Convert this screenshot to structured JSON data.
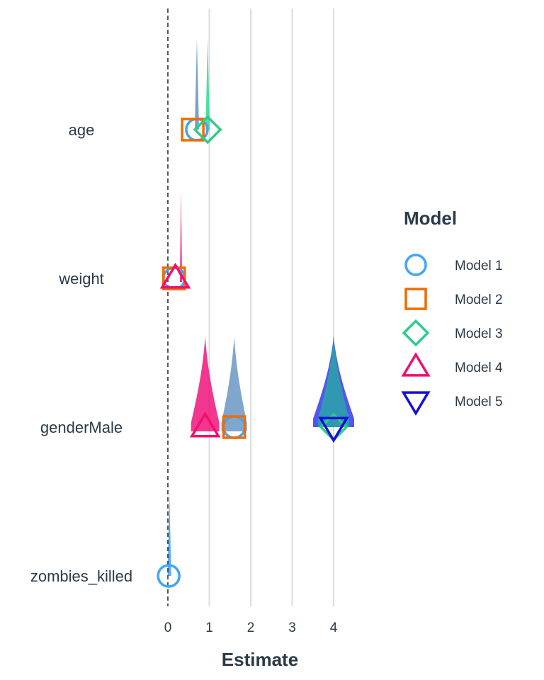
{
  "chart_data": {
    "type": "dot-and-density",
    "title": "",
    "xlabel": "Estimate",
    "ylabel": "",
    "xlim": [
      -0.2,
      4.5
    ],
    "x_ticks": [
      0,
      1,
      2,
      3,
      4
    ],
    "reference_line": 0,
    "grid": "vertical",
    "legend": {
      "title": "Model",
      "position": "right"
    },
    "terms": [
      "age",
      "weight",
      "genderMale",
      "zombies_killed"
    ],
    "series": [
      {
        "name": "Model 1",
        "shape": "circle",
        "color": "#42a5f5",
        "density_color": "#6b97c4",
        "points": [
          {
            "term": "age",
            "estimate": 0.7
          },
          {
            "term": "weight",
            "estimate": 0.15
          },
          {
            "term": "genderMale",
            "estimate": 1.6
          },
          {
            "term": "zombies_killed",
            "estimate": 0.02
          }
        ]
      },
      {
        "name": "Model 2",
        "shape": "square",
        "color": "#ef6c00",
        "density_color": "#6b97c4",
        "points": [
          {
            "term": "age",
            "estimate": 0.6
          },
          {
            "term": "weight",
            "estimate": 0.15
          },
          {
            "term": "genderMale",
            "estimate": 1.6
          }
        ]
      },
      {
        "name": "Model 3",
        "shape": "diamond",
        "color": "#2ecc8a",
        "density_color": "#3ddc97",
        "points": [
          {
            "term": "age",
            "estimate": 0.96
          },
          {
            "term": "genderMale",
            "estimate": 4.0
          }
        ]
      },
      {
        "name": "Model 4",
        "shape": "triangle-up",
        "color": "#f0106b",
        "density_color": "#f0147c",
        "points": [
          {
            "term": "weight",
            "estimate": 0.18
          },
          {
            "term": "genderMale",
            "estimate": 0.9
          }
        ]
      },
      {
        "name": "Model 5",
        "shape": "triangle-down",
        "color": "#1010dd",
        "density_color": "#3636f0",
        "points": [
          {
            "term": "genderMale",
            "estimate": 4.0
          }
        ]
      }
    ]
  }
}
